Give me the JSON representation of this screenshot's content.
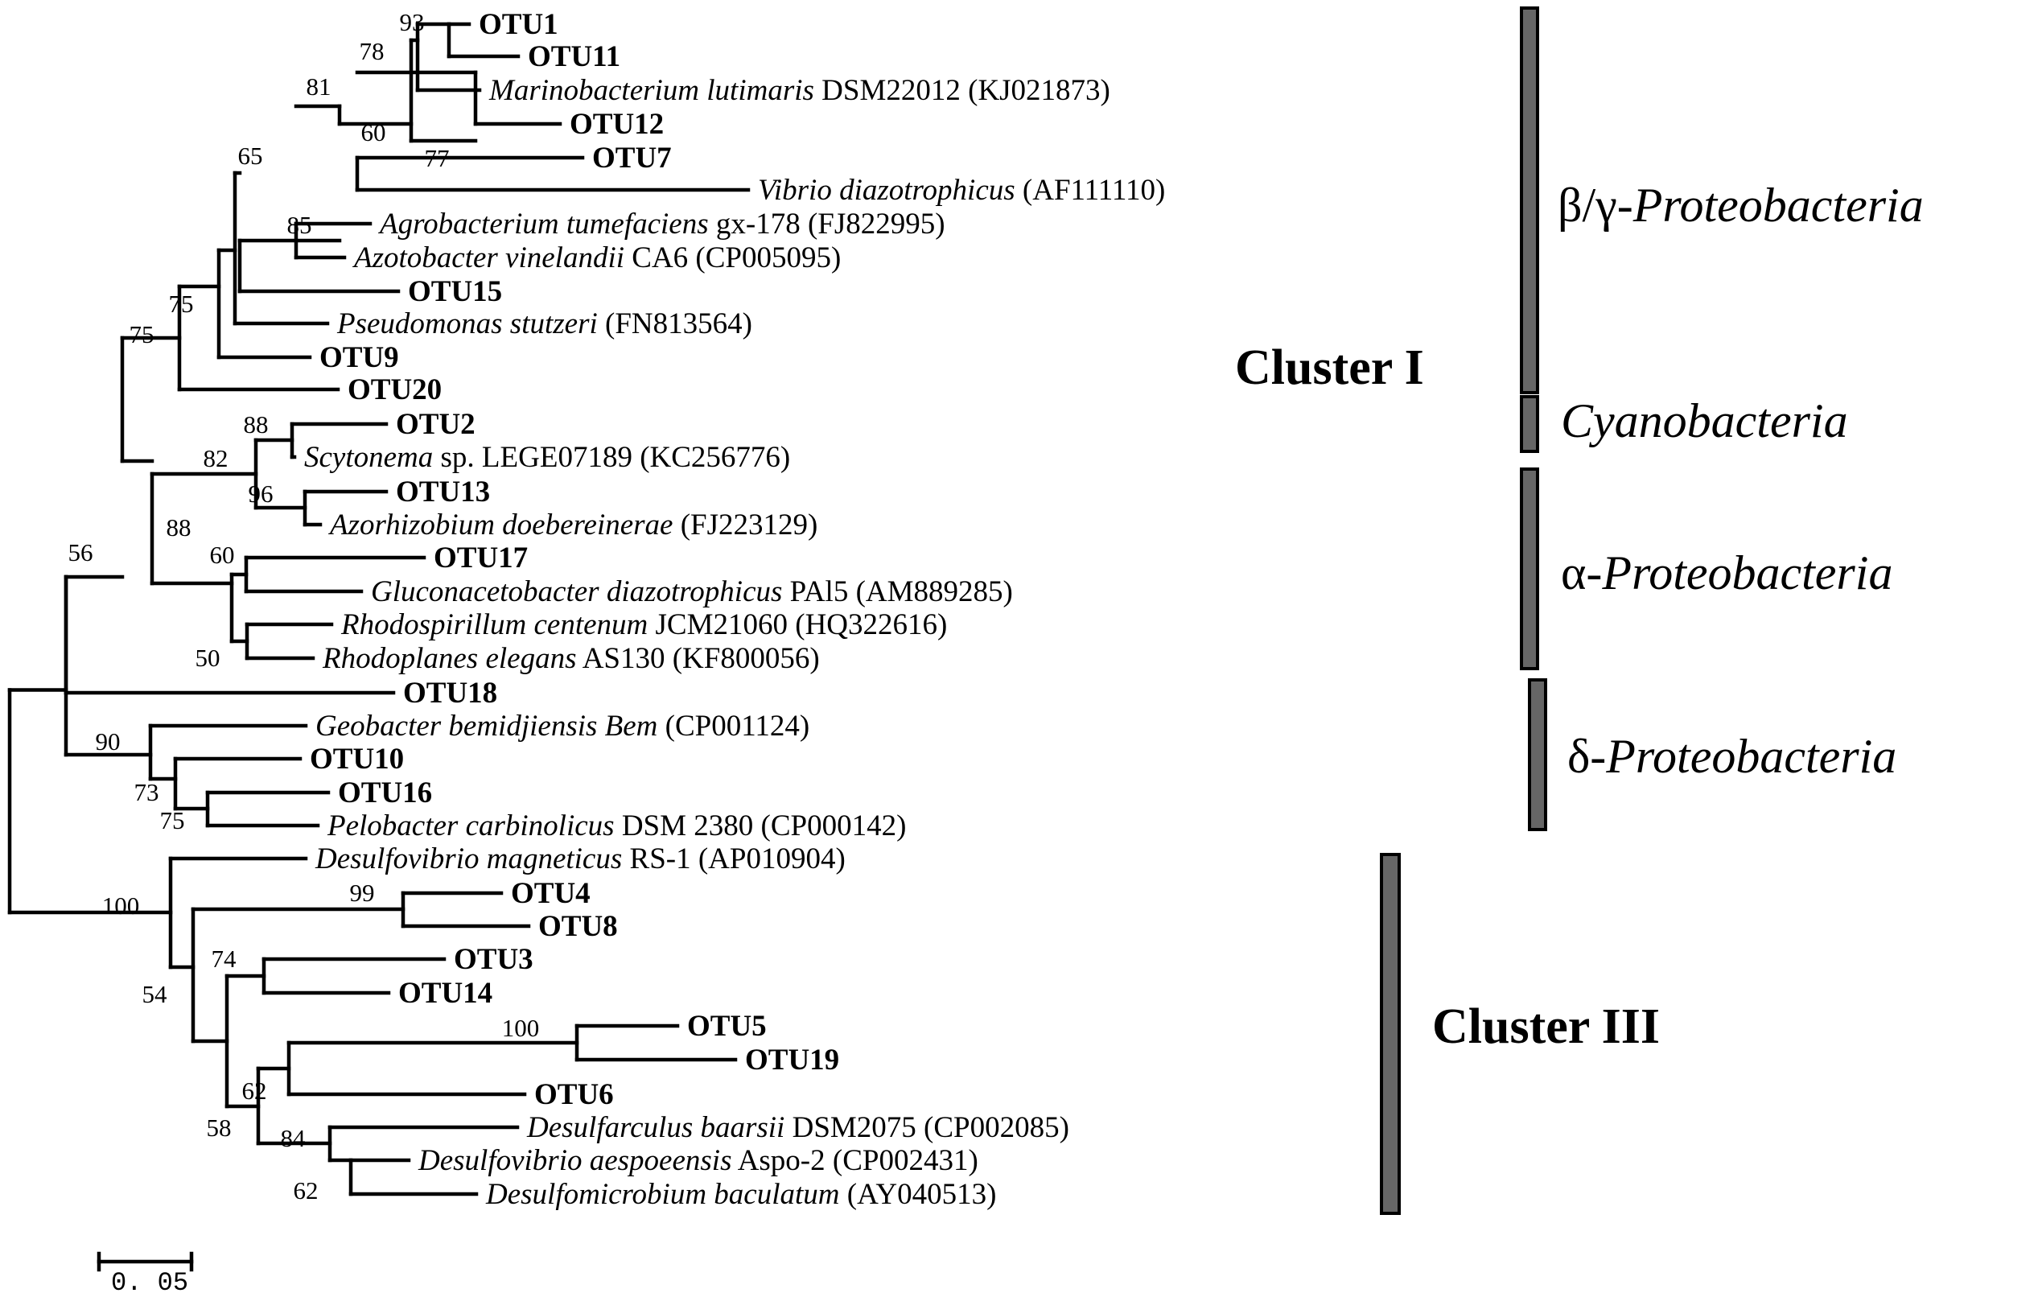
{
  "tree": {
    "leaves": [
      {
        "otu": "OTU1"
      },
      {
        "otu": "OTU11"
      },
      {
        "species": "Marinobacterium lutimaris",
        "rest": " DSM22012 (KJ021873)"
      },
      {
        "otu": "OTU12"
      },
      {
        "otu": "OTU7"
      },
      {
        "species": "Vibrio diazotrophicus",
        "rest": " (AF111110)"
      },
      {
        "species": "Agrobacterium tumefaciens",
        "rest": " gx-178 (FJ822995)"
      },
      {
        "species": "Azotobacter vinelandii",
        "rest": " CA6 (CP005095)"
      },
      {
        "otu": "OTU15"
      },
      {
        "species": "Pseudomonas stutzeri",
        "rest": " (FN813564)"
      },
      {
        "otu": "OTU9"
      },
      {
        "otu": "OTU20"
      },
      {
        "otu": "OTU2"
      },
      {
        "species": "Scytonema",
        "rest": " sp. LEGE07189 (KC256776)"
      },
      {
        "otu": "OTU13"
      },
      {
        "species": "Azorhizobium doebereinerae",
        "rest": " (FJ223129)"
      },
      {
        "otu": "OTU17"
      },
      {
        "species": "Gluconacetobacter diazotrophicus",
        "rest": " PAl5 (AM889285)"
      },
      {
        "species": "Rhodospirillum centenum",
        "rest": " JCM21060 (HQ322616)"
      },
      {
        "species": "Rhodoplanes elegans",
        "rest": " AS130 (KF800056)"
      },
      {
        "otu": "OTU18"
      },
      {
        "species": "Geobacter bemidjiensis Bem",
        "rest": " (CP001124)"
      },
      {
        "otu": "OTU10"
      },
      {
        "otu": "OTU16"
      },
      {
        "species": "Pelobacter carbinolicus",
        "rest": " DSM 2380 (CP000142)"
      },
      {
        "species": "Desulfovibrio magneticus",
        "rest": " RS-1 (AP010904)"
      },
      {
        "otu": "OTU4"
      },
      {
        "otu": "OTU8"
      },
      {
        "otu": "OTU3"
      },
      {
        "otu": "OTU14"
      },
      {
        "otu": "OTU5"
      },
      {
        "otu": "OTU19"
      },
      {
        "otu": "OTU6"
      },
      {
        "species": "Desulfarculus baarsii",
        "rest": " DSM2075 (CP002085)"
      },
      {
        "species": "Desulfovibrio aespoeensis",
        "rest": " Aspo-2 (CP002431)"
      },
      {
        "species": "Desulfomicrobium baculatum",
        "rest": " (AY040513)"
      }
    ],
    "bootstrap": [
      "93",
      "78",
      "81",
      "60",
      "77",
      "65",
      "85",
      "75",
      "75",
      "88",
      "82",
      "96",
      "88",
      "60",
      "50",
      "56",
      "90",
      "73",
      "75",
      "100",
      "99",
      "74",
      "54",
      "100",
      "62",
      "84",
      "58",
      "62"
    ]
  },
  "clusters": {
    "cluster1": "Cluster I",
    "cluster3": "Cluster III"
  },
  "groups": {
    "beta_gamma_prefix": "β/γ-",
    "beta_gamma_italic": "Proteobacteria",
    "cyano": "Cyanobacteria",
    "alpha_prefix": "α-",
    "alpha_italic": "Proteobacteria",
    "delta_prefix": "δ-",
    "delta_italic": "Proteobacteria"
  },
  "scale": {
    "label": "0. 05"
  },
  "colors": {
    "bar_fill": "#666666",
    "line": "#000000"
  }
}
